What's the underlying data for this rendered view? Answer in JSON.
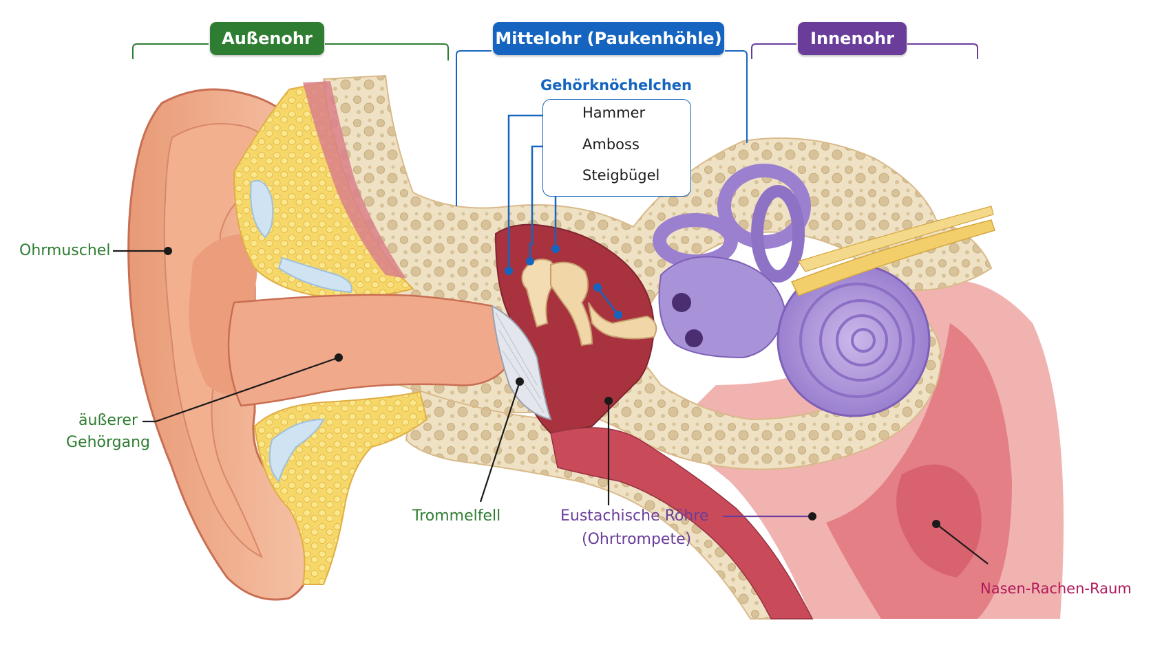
{
  "sections": {
    "outer": {
      "label": "Außenohr",
      "color": "#2e7d32"
    },
    "middle": {
      "label": "Mittelohr (Paukenhöhle)",
      "color": "#1565c0"
    },
    "inner": {
      "label": "Innenohr",
      "color": "#6a3d9a"
    }
  },
  "ossicles": {
    "title": "Gehörknöchelchen",
    "items": [
      "Hammer",
      "Amboss",
      "Steigbügel"
    ]
  },
  "labels": {
    "ohrmuschel": "Ohrmuschel",
    "gehoergang_1": "äußerer",
    "gehoergang_2": "Gehörgang",
    "trommelfell": "Trommelfell",
    "eustachische_1": "Eustachische Röhre",
    "eustachische_2": "(Ohrtrompete)",
    "nasen": "Nasen-Rachen-Raum"
  }
}
